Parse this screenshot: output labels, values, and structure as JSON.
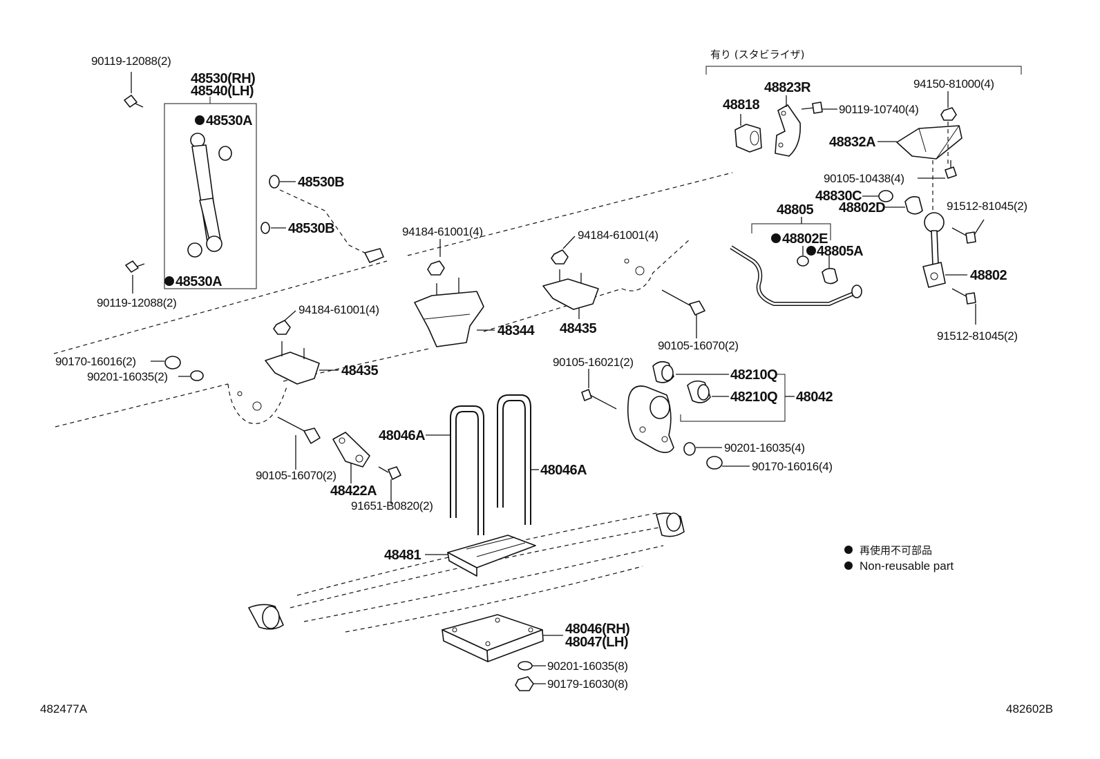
{
  "header": {
    "stabilizer_option": "有り (スタビライザ)"
  },
  "labels": {
    "bolt_90119_12088_top": "90119-12088(2)",
    "bolt_90119_12088_bottom": "90119-12088(2)",
    "shock_rh": "48530(RH)",
    "shock_lh": "48540(LH)",
    "cushion_48530a_top": "48530A",
    "cushion_48530a_bottom": "48530A",
    "washer_48530b_1": "48530B",
    "washer_48530b_2": "48530B",
    "nut_94184_left": "94184-61001(4)",
    "nut_94184_mid": "94184-61001(4)",
    "nut_94184_low": "94184-61001(4)",
    "bumper_48344": "48344",
    "bumper_48435_mid": "48435",
    "bumper_48435_left": "48435",
    "nut_90170_16016_left": "90170-16016(2)",
    "washer_90201_16035_left": "90201-16035(2)",
    "bolt_90105_16070_left": "90105-16070(2)",
    "bracket_48422a": "48422A",
    "bolt_91651_b0820": "91651-B0820(2)",
    "ubolt_48046a_left": "48046A",
    "ubolt_48046a_right": "48046A",
    "seat_48481": "48481",
    "plate_rh": "48046(RH)",
    "plate_lh": "48047(LH)",
    "washer_90201_16035_8": "90201-16035(8)",
    "nut_90179_16030": "90179-16030(8)",
    "bolt_90105_16070_mid": "90105-16070(2)",
    "bolt_90105_16021": "90105-16021(2)",
    "bushing_48210q_1": "48210Q",
    "bushing_48210q_2": "48210Q",
    "shackle_48042": "48042",
    "washer_90201_16035_4": "90201-16035(4)",
    "nut_90170_16016_4": "90170-16016(4)",
    "cushion_48818": "48818",
    "bracket_48823r": "48823R",
    "bolt_90119_10740": "90119-10740(4)",
    "nut_94150_81000": "94150-81000(4)",
    "bracket_48832a": "48832A",
    "bolt_90105_10438": "90105-10438(4)",
    "bushing_48830c": "48830C",
    "bushing_48802d": "48802D",
    "bar_48805": "48805",
    "bushing_48802e": "48802E",
    "bushing_48805a": "48805A",
    "bolt_91512_top": "91512-81045(2)",
    "link_48802": "48802",
    "bolt_91512_bottom": "91512-81045(2)"
  },
  "legend": {
    "jp_text": "再使用不可部品",
    "en_text": "Non-reusable part"
  },
  "footer": {
    "left_code": "482477A",
    "right_code": "482602B"
  }
}
